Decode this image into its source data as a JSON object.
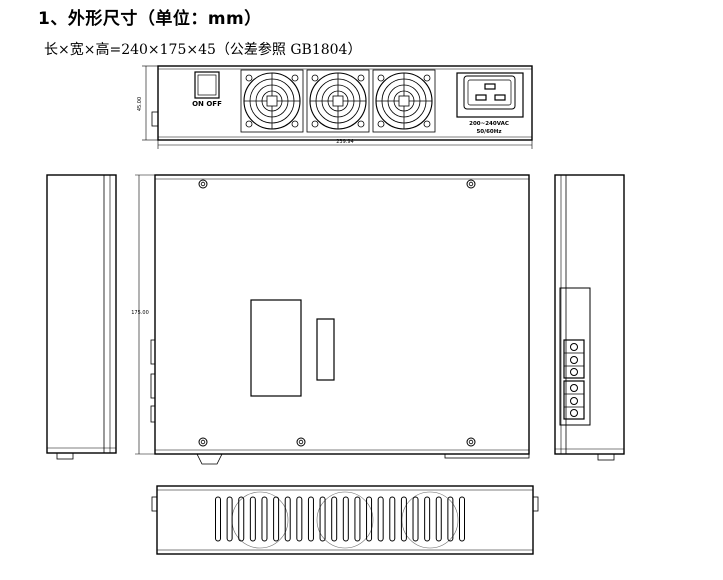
{
  "heading": "1、外形尺寸（单位：mm）",
  "spec": "长×宽×高=240×175×45（公差参照 GB1804）",
  "front_view": {
    "switch_label": "ON OFF",
    "height_dim": "45.00",
    "width_dim": "239.94",
    "voltage": "200~240VAC",
    "frequency": "50/60Hz",
    "fan_count": 3
  },
  "top_view": {
    "depth_dim": "175.00"
  },
  "bottom_view": {
    "vent_slot_count": 22
  }
}
